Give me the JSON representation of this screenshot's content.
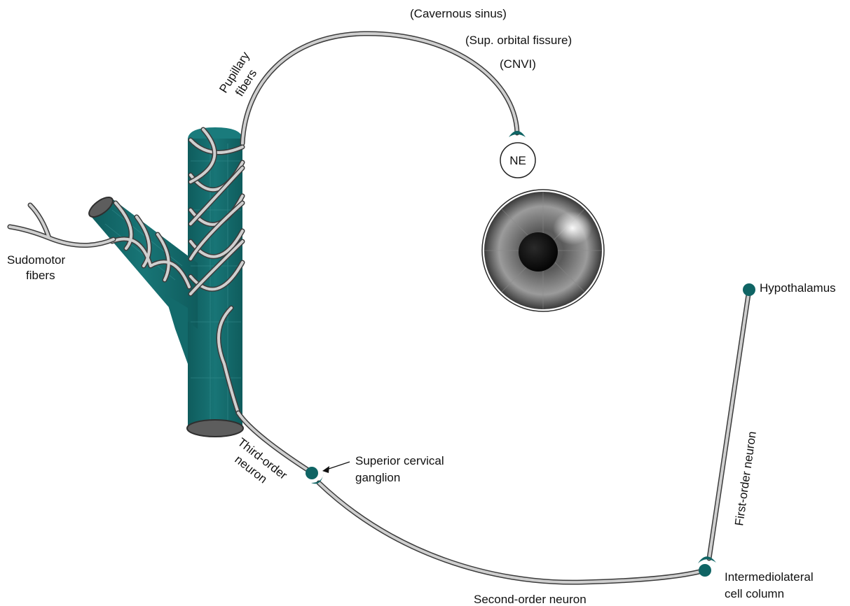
{
  "labels": {
    "cavernous_sinus": "(Cavernous sinus)",
    "sup_orbital_fissure": "(Sup. orbital fissure)",
    "cnvi": "(CNVI)",
    "ne": "NE",
    "pupillary_fibers_line1": "Pupillary",
    "pupillary_fibers_line2": "fibers",
    "sudomotor_fibers_line1": "Sudomotor",
    "sudomotor_fibers_line2": "fibers",
    "hypothalamus": "Hypothalamus",
    "first_order_neuron": "First-order neuron",
    "superior_cervical_ganglion_line1": "Superior cervical",
    "superior_cervical_ganglion_line2": "ganglion",
    "third_order_neuron_line1": "Third-order",
    "third_order_neuron_line2": "neuron",
    "second_order_neuron": "Second-order neuron",
    "intermediolateral_line1": "Intermediolateral",
    "intermediolateral_line2": "cell column"
  },
  "colors": {
    "artery_teal": "#136a6b",
    "nerve_fill": "#cfcfcf",
    "nerve_outline": "#3c3c3c",
    "node_teal": "#0f6464",
    "text": "#111111"
  },
  "icons": {
    "eye": "eye-icon",
    "node": "neuron-body-dot",
    "synapse": "synapse-crescent"
  }
}
